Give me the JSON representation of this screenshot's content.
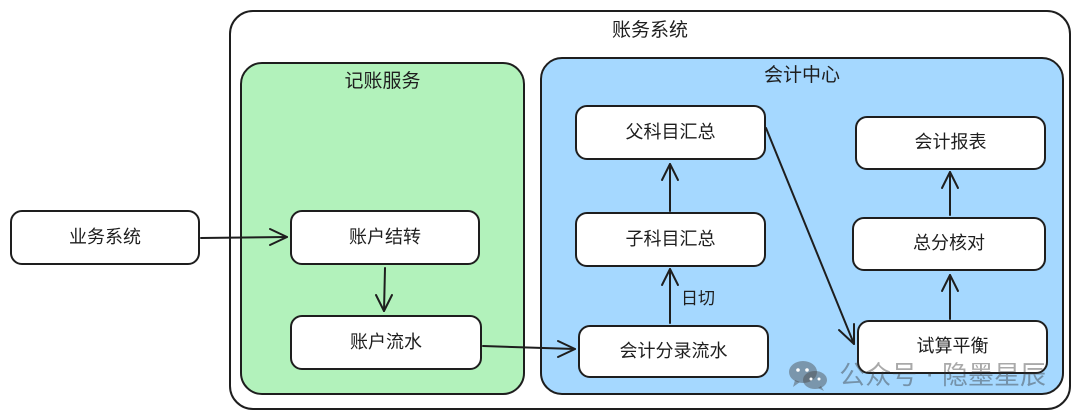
{
  "diagram": {
    "outer_title": "账务系统",
    "bookkeeping_title": "记账服务",
    "accounting_title": "会计中心",
    "nodes": {
      "business_system": "业务系统",
      "account_transfer": "账户结转",
      "account_flow": "账户流水",
      "parent_subject_summary": "父科目汇总",
      "child_subject_summary": "子科目汇总",
      "accounting_entry_flow": "会计分录流水",
      "accounting_report": "会计报表",
      "total_sub_reconciliation": "总分核对",
      "trial_balance": "试算平衡"
    },
    "edge_labels": {
      "day_cut": "日切"
    },
    "watermark": {
      "text": "公众号 · 隐墨星辰",
      "icon": "wechat-icon"
    },
    "colors": {
      "green_panel": "#b2f2bb",
      "blue_panel": "#a5d8ff",
      "stroke": "#1e1e1e",
      "node_fill": "#ffffff"
    }
  }
}
